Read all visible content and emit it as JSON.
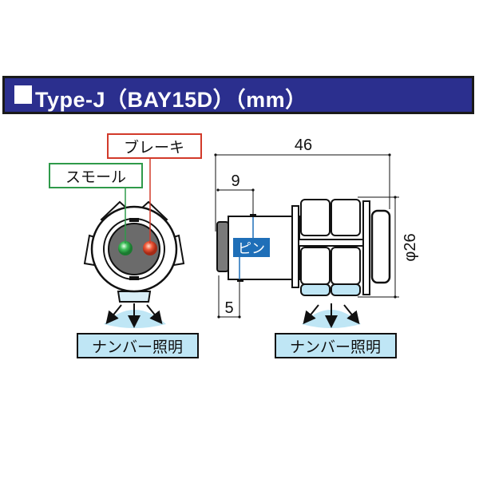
{
  "title": "Type-J（BAY15D）（mm）",
  "left_view": {
    "brake_label": "ブレーキ",
    "small_label": "スモール",
    "plate_label": "ナンバー照明"
  },
  "right_view": {
    "length": "46",
    "dim_9": "9",
    "dim_5": "5",
    "diameter": "φ26",
    "pin_label": "ピン",
    "plate_label": "ナンバー照明"
  },
  "colors": {
    "title_bg": "#2b2f8e",
    "brake": "#d23a2a",
    "small": "#2f9a4a",
    "pin": "#1f6fb8",
    "light": "#bfe6f5"
  }
}
